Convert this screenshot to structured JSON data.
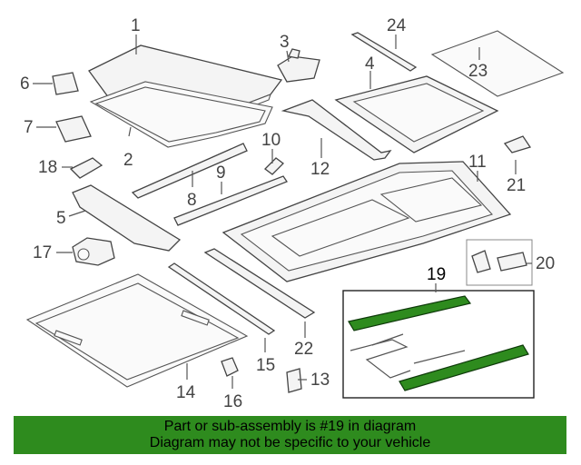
{
  "callouts": {
    "c1": "1",
    "c2": "2",
    "c3": "3",
    "c4": "4",
    "c5": "5",
    "c6": "6",
    "c7": "7",
    "c8": "8",
    "c9": "9",
    "c10": "10",
    "c11": "11",
    "c12": "12",
    "c13": "13",
    "c14": "14",
    "c15": "15",
    "c16": "16",
    "c17": "17",
    "c18": "18",
    "c19": "19",
    "c20": "20",
    "c21": "21",
    "c22": "22",
    "c23": "23",
    "c24": "24"
  },
  "highlighted_part": "19",
  "banner": {
    "line1": "Part or sub-assembly is #19 in diagram",
    "line2": "Diagram may not be specific to your vehicle",
    "color": "#2e8b1e"
  }
}
